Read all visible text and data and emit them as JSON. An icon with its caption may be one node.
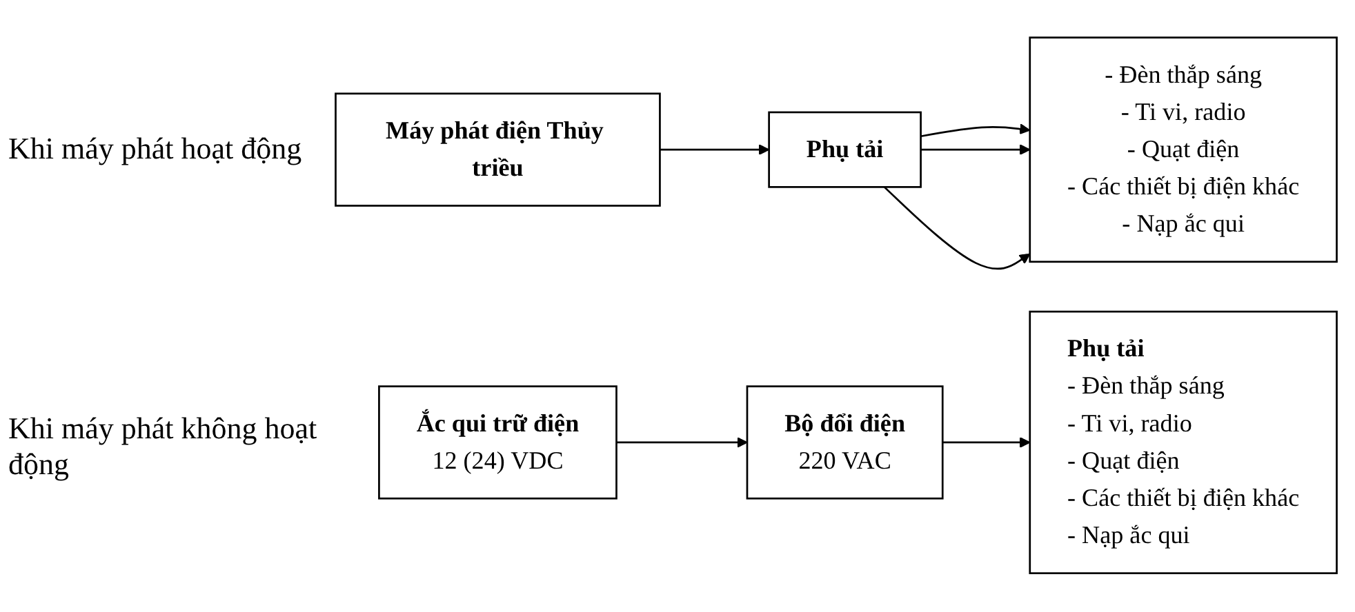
{
  "diagram": {
    "nodes": [
      {
        "text": [
          "Máy phát điện Thủy triều"
        ]
      },
      {
        "text": [
          "Phụ tải"
        ]
      },
      {
        "text": [
          "- Đèn thắp sáng",
          "- Ti vi, radio",
          "- Quạt điện",
          "- Các thiết bị điện khác",
          "- Nạp ắc qui"
        ]
      },
      {
        "text": [
          "Ắc qui trữ điện",
          "12 (24) VDC"
        ]
      },
      {
        "text": [
          "Bộ đổi điện",
          "220 VAC"
        ]
      },
      {
        "text": [
          "Phụ tải",
          "- Đèn thắp sáng",
          "- Ti vi, radio",
          "- Quạt điện",
          "- Các thiết bị điện khác",
          "- Nạp ắc qui"
        ]
      }
    ],
    "edges": [
      {
        "from": 0,
        "to": 1,
        "arrow": "to"
      },
      {
        "from": 1,
        "to": 2,
        "arrow": "to"
      },
      {
        "from": 1,
        "to": 2,
        "arrow": "to"
      },
      {
        "from": 1,
        "to": 2,
        "arrow": "to"
      },
      {
        "from": 3,
        "to": 4,
        "arrow": "to"
      },
      {
        "from": 4,
        "to": 5,
        "arrow": "to"
      }
    ],
    "labels": [
      "Khi máy phát hoạt động",
      "Khi máy phát không hoạt động"
    ]
  }
}
